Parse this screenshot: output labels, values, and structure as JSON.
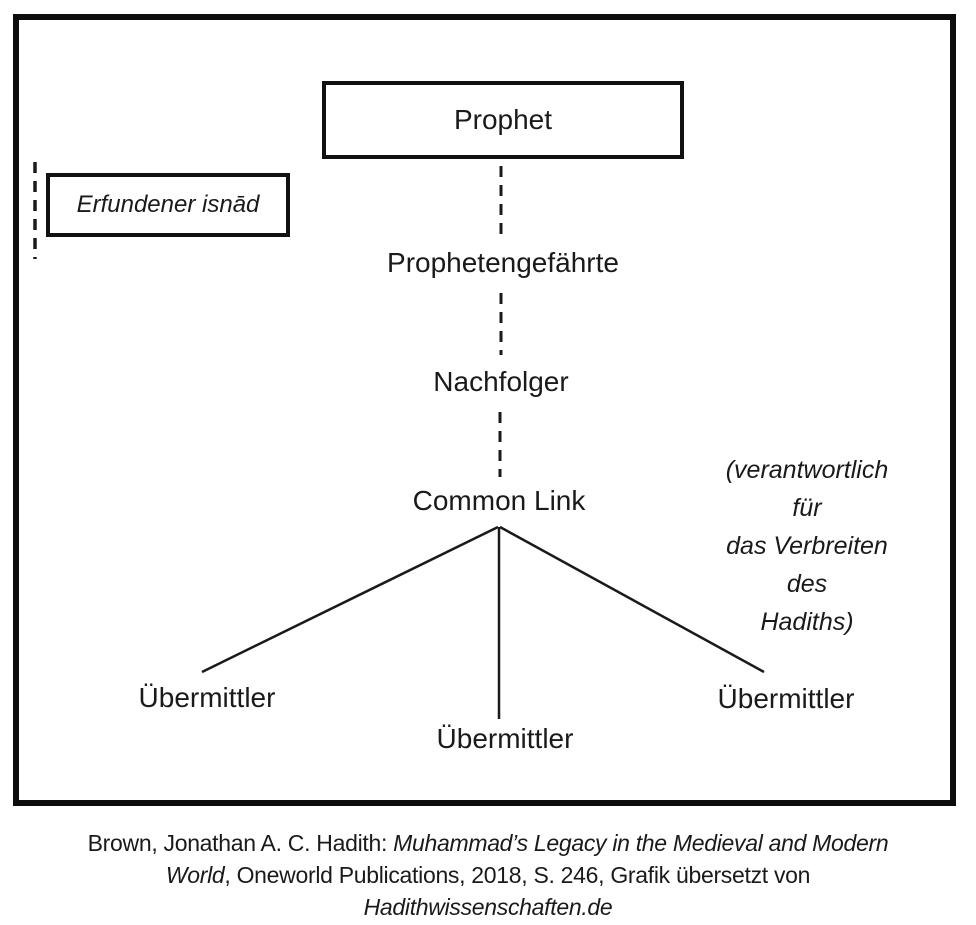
{
  "colors": {
    "ink": "#1a1a1a",
    "background": "#ffffff"
  },
  "diagram": {
    "prophet_label": "Prophet",
    "prophetengefaehrte_label": "Prophetengefährte",
    "nachfolger_label": "Nachfolger",
    "common_link_label": "Common Link",
    "uebermittler_left_label": "Übermittler",
    "uebermittler_center_label": "Übermittler",
    "uebermittler_right_label": "Übermittler",
    "legend_label": "Erfundener isnād",
    "annotation": "(verantwortlich für\ndas Verbreiten des\nHadiths)"
  },
  "citation": {
    "line1_regular": "Brown, Jonathan A. C. Hadith: ",
    "line1_italic": "Muhammad’s Legacy in the Medieval and Modern",
    "line2_italic": "World",
    "line2_regular": ", Oneworld Publications, 2018, S. 246, Grafik übersetzt von",
    "line3_italic": "Hadithwissenschaften.de"
  }
}
